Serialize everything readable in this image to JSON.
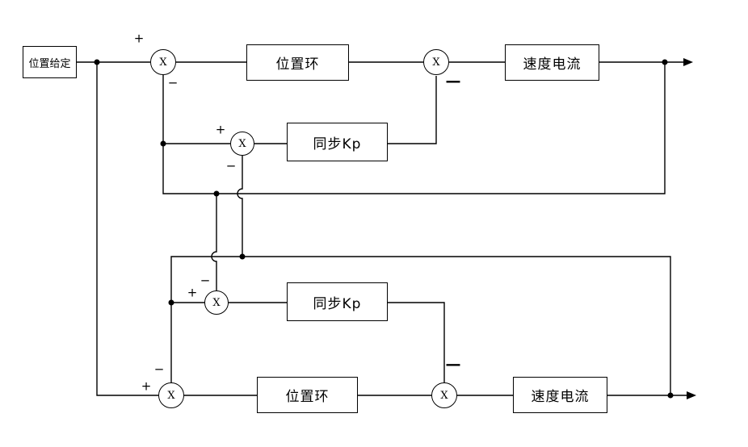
{
  "diagram": {
    "background": "#ffffff",
    "line_color": "#000000",
    "setpoint_label": "位置给定",
    "junction_symbol": "X",
    "signs": {
      "plus": "+",
      "minus": "−",
      "minus_long": "—"
    },
    "top_axis": {
      "position_loop_label": "位置环",
      "sync_kp_label": "同步Kp",
      "speed_current_label": "速度电流"
    },
    "bottom_axis": {
      "position_loop_label": "位置环",
      "sync_kp_label": "同步Kp",
      "speed_current_label": "速度电流"
    }
  }
}
